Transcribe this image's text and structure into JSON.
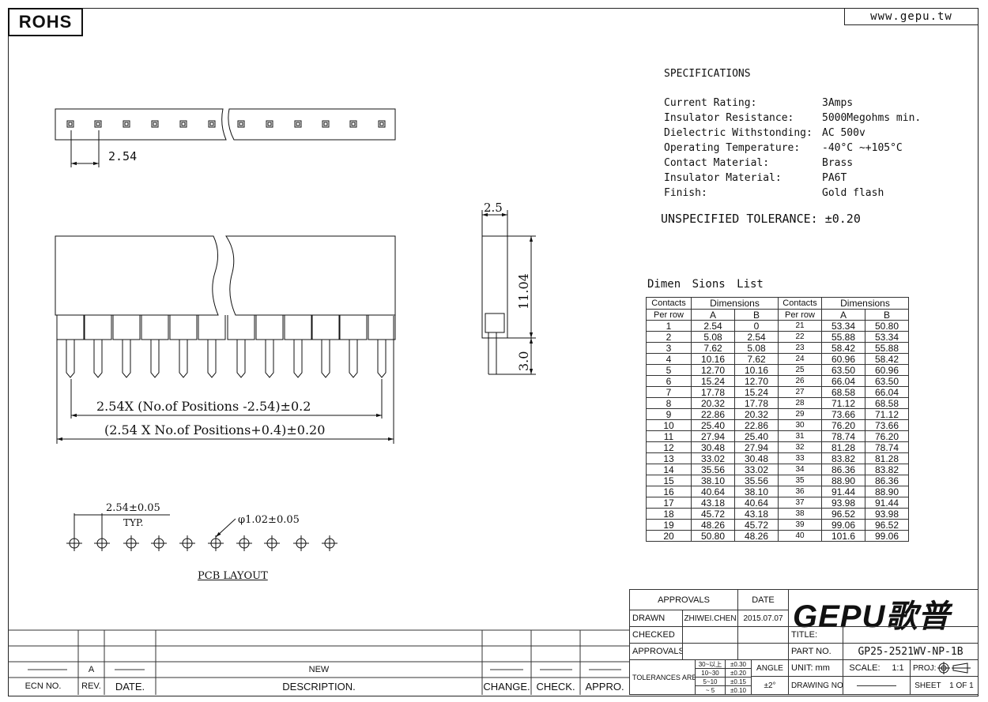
{
  "header": {
    "rohs": "ROHS",
    "url": "www.gepu.tw"
  },
  "specifications": {
    "title": "SPECIFICATIONS",
    "rows": [
      {
        "label": "Current Rating:",
        "value": "3Amps"
      },
      {
        "label": "Insulator Resistance:",
        "value": "5000Megohms min."
      },
      {
        "label": "Dielectric Withstonding:",
        "value": "AC 500v"
      },
      {
        "label": "Operating Temperature:",
        "value": "-40°C ~+105°C"
      },
      {
        "label": "Contact Material:",
        "value": "Brass"
      },
      {
        "label": "Insulator Material:",
        "value": "PA6T"
      },
      {
        "label": "Finish:",
        "value": "Gold flash"
      }
    ],
    "tolerance": "UNSPECIFIED TOLERANCE: ±0.20"
  },
  "dimensions_list": {
    "title": "Dimen Sions List",
    "header_contacts": "Contacts",
    "header_per_row": "Per row",
    "header_dimensions": "Dimensions",
    "col_a": "A",
    "col_b": "B",
    "rows_left": [
      [
        "1",
        "2.54",
        "0"
      ],
      [
        "2",
        "5.08",
        "2.54"
      ],
      [
        "3",
        "7.62",
        "5.08"
      ],
      [
        "4",
        "10.16",
        "7.62"
      ],
      [
        "5",
        "12.70",
        "10.16"
      ],
      [
        "6",
        "15.24",
        "12.70"
      ],
      [
        "7",
        "17.78",
        "15.24"
      ],
      [
        "8",
        "20.32",
        "17.78"
      ],
      [
        "9",
        "22.86",
        "20.32"
      ],
      [
        "10",
        "25.40",
        "22.86"
      ],
      [
        "11",
        "27.94",
        "25.40"
      ],
      [
        "12",
        "30.48",
        "27.94"
      ],
      [
        "13",
        "33.02",
        "30.48"
      ],
      [
        "14",
        "35.56",
        "33.02"
      ],
      [
        "15",
        "38.10",
        "35.56"
      ],
      [
        "16",
        "40.64",
        "38.10"
      ],
      [
        "17",
        "43.18",
        "40.64"
      ],
      [
        "18",
        "45.72",
        "43.18"
      ],
      [
        "19",
        "48.26",
        "45.72"
      ],
      [
        "20",
        "50.80",
        "48.26"
      ]
    ],
    "rows_right": [
      [
        "21",
        "53.34",
        "50.80"
      ],
      [
        "22",
        "55.88",
        "53.34"
      ],
      [
        "23",
        "58.42",
        "55.88"
      ],
      [
        "24",
        "60.96",
        "58.42"
      ],
      [
        "25",
        "63.50",
        "60.96"
      ],
      [
        "26",
        "66.04",
        "63.50"
      ],
      [
        "27",
        "68.58",
        "66.04"
      ],
      [
        "28",
        "71.12",
        "68.58"
      ],
      [
        "29",
        "73.66",
        "71.12"
      ],
      [
        "30",
        "76.20",
        "73.66"
      ],
      [
        "31",
        "78.74",
        "76.20"
      ],
      [
        "32",
        "81.28",
        "78.74"
      ],
      [
        "33",
        "83.82",
        "81.28"
      ],
      [
        "34",
        "86.36",
        "83.82"
      ],
      [
        "35",
        "88.90",
        "86.36"
      ],
      [
        "36",
        "91.44",
        "88.90"
      ],
      [
        "37",
        "93.98",
        "91.44"
      ],
      [
        "38",
        "96.52",
        "93.98"
      ],
      [
        "39",
        "99.06",
        "96.52"
      ],
      [
        "40",
        "101.6",
        "99.06"
      ]
    ]
  },
  "drawing": {
    "pitch_top": "2.54",
    "dim_a": "2.54X (No.of Positions -2.54)±0.2",
    "dim_b": "(2.54 X No.of Positions+0.4)±0.20",
    "side_width": "2.5",
    "side_height": "11.04",
    "side_pin": "3.0",
    "pcb_pitch": "2.54±0.05",
    "pcb_typ": "TYP.",
    "pcb_hole": "φ1.02±0.05",
    "pcb_label": "PCB LAYOUT"
  },
  "title_block": {
    "approvals": "APPROVALS",
    "date": "DATE",
    "drawn": "DRAWN",
    "drawn_by": "ZHIWEI.CHEN",
    "drawn_date": "2015.07.07",
    "checked": "CHECKED",
    "approvals2": "APPROVALS",
    "tolerances_are": "TOLERANCES ARE",
    "tol_rows": [
      [
        "30~以上",
        "±0.30"
      ],
      [
        "10~30",
        "±0.20"
      ],
      [
        "5~10",
        "±0.15"
      ],
      [
        "~ 5",
        "±0.10"
      ]
    ],
    "angle": "ANGLE",
    "angle_value": "±2°",
    "logo": "GEPU歌普",
    "title_label": "TITLE:",
    "part_no_label": "PART NO.",
    "part_no": "GP25-2521WV-NP-1B",
    "unit": "UNIT: mm",
    "scale": "SCALE:",
    "scale_value": "1:1",
    "proj": "PROJ:",
    "drawing_no": "DRAWING NO.",
    "sheet": "SHEET",
    "sheet_value": "1 OF 1"
  },
  "revision_block": {
    "rev_value": "A",
    "desc_value": "NEW",
    "ecn": "ECN NO.",
    "rev": "REV.",
    "date": "DATE.",
    "description": "DESCRIPTION.",
    "change": "CHANGE.",
    "check": "CHECK.",
    "appro": "APPRO."
  }
}
